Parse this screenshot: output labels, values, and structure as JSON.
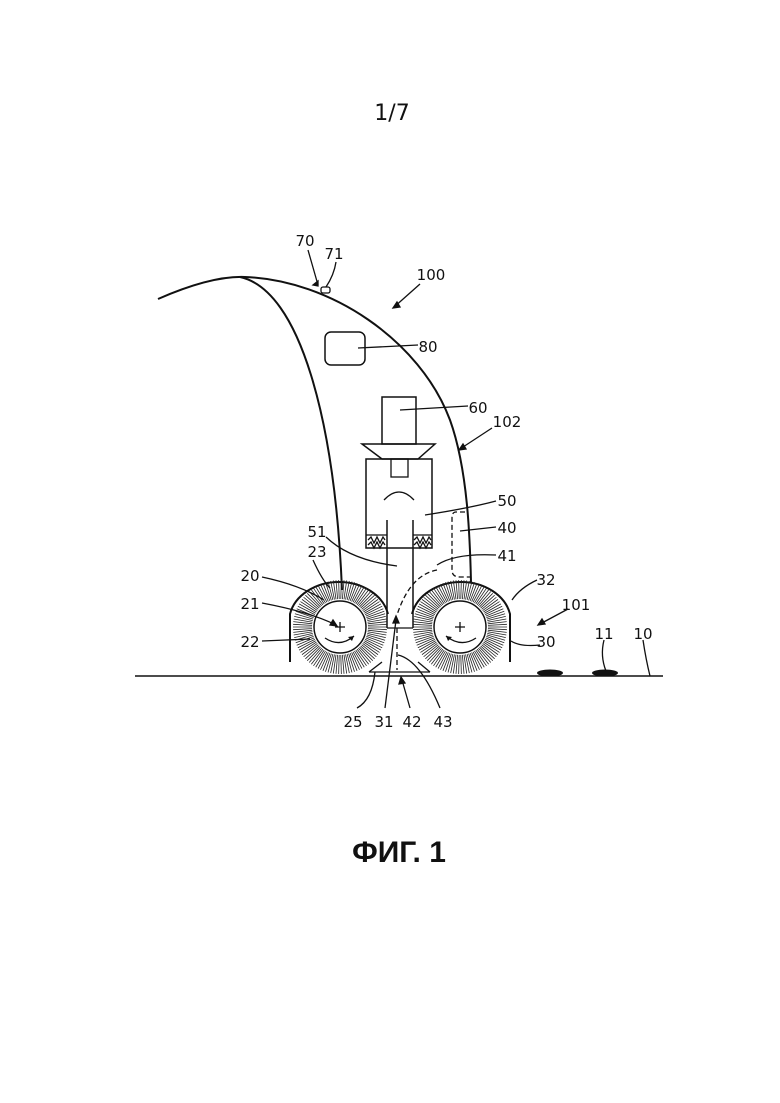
{
  "page_number": "1/7",
  "figure_caption": "ФИГ. 1",
  "reference_labels": {
    "r70": "70",
    "r71": "71",
    "r100": "100",
    "r80": "80",
    "r60": "60",
    "r102": "102",
    "r50": "50",
    "r40": "40",
    "r51": "51",
    "r41": "41",
    "r23": "23",
    "r20": "20",
    "r32": "32",
    "r21": "21",
    "r101": "101",
    "r22": "22",
    "r30": "30",
    "r11": "11",
    "r10": "10",
    "r25": "25",
    "r31": "31",
    "r42": "42",
    "r43": "43"
  }
}
